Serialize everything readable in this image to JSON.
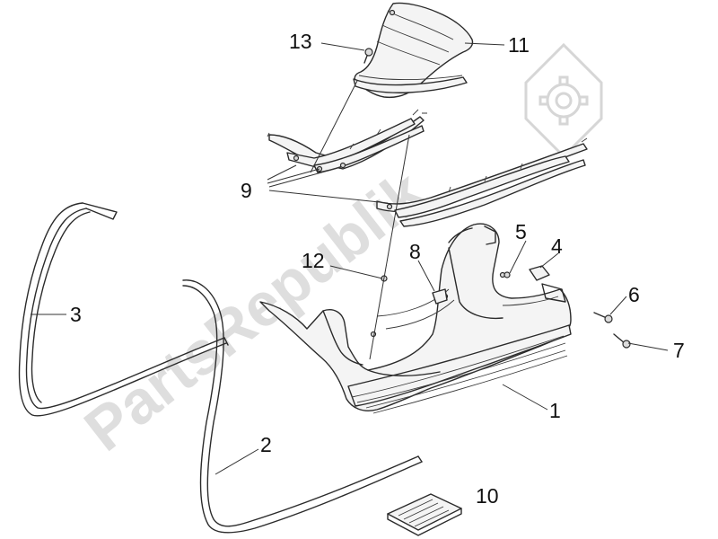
{
  "watermark": {
    "text": "PartsRepublik",
    "icon": "gear-icon",
    "color": "#d9d9d9"
  },
  "callouts": [
    {
      "id": "c1",
      "label": "1"
    },
    {
      "id": "c2",
      "label": "2"
    },
    {
      "id": "c3",
      "label": "3"
    },
    {
      "id": "c4",
      "label": "4"
    },
    {
      "id": "c5",
      "label": "5"
    },
    {
      "id": "c6",
      "label": "6"
    },
    {
      "id": "c7",
      "label": "7"
    },
    {
      "id": "c8",
      "label": "8"
    },
    {
      "id": "c9",
      "label": "9"
    },
    {
      "id": "c10",
      "label": "10"
    },
    {
      "id": "c11",
      "label": "11"
    },
    {
      "id": "c12",
      "label": "12"
    },
    {
      "id": "c13",
      "label": "13"
    }
  ],
  "colors": {
    "line": "#2b2b2b",
    "background": "#ffffff"
  }
}
